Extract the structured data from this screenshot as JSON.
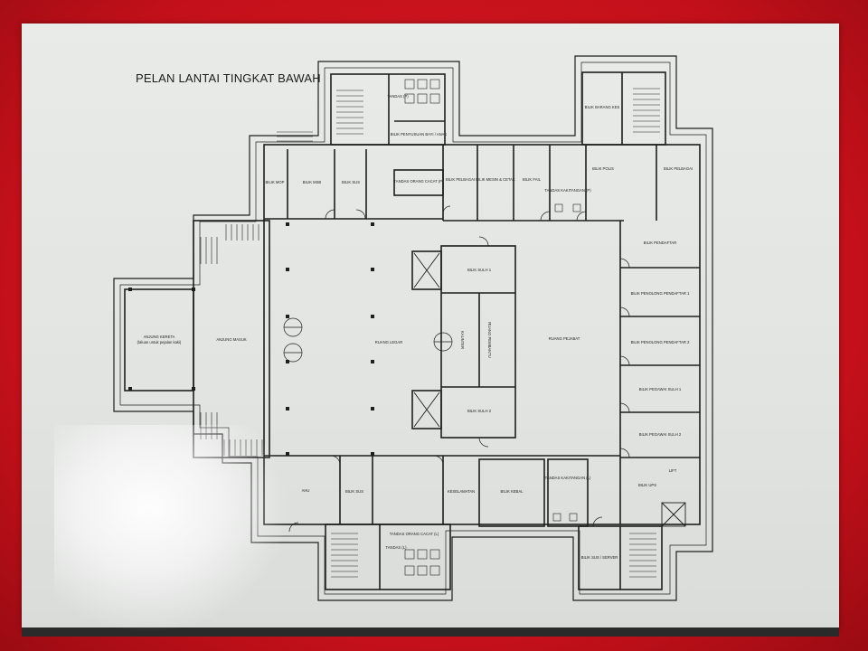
{
  "title": "PELAN LANTAI TINGKAT BAWAH",
  "rooms": {
    "bilik_mop": "BILIK MOP",
    "bilik_msb": "BILIK MSB",
    "bilik_sus_top": "BILIK SUS",
    "tandas_top": "TANDAS (P)",
    "bilik_penyusuan": "BILIK PENYUSUAN BAYI / ANAK",
    "tandas_cacat_top": "TANDAS ORANG CACAT (P)",
    "bilik_pelbagai_top": "BILIK PELBAGAI",
    "bilik_mesin": "BILIK MESIN & CETAK",
    "bilik_fail": "BILIK FAIL",
    "tandas_kakitangan_top": "TANDAS KAKITANGAN (P)",
    "bilik_barang_kes": "BILIK BARANG KES",
    "bilik_piolis": "BILIK POLIS",
    "bilik_pelbagai_right": "BILIK PELBAGAI",
    "bilik_pendaftar": "BILIK PENDAFTAR",
    "bilik_penolong_1": "BILIK PENOLONG PENDAFTAR 1",
    "bilik_penolong_2": "BILIK PENOLONG PENDAFTAR 2",
    "bilik_pegawai_1": "BILIK PEGAWAI SULH 1",
    "bilik_pegawai_2": "BILIK PEGAWAI SULH 2",
    "bilik_ups": "BILIK UPS",
    "bilik_sulh_1": "BILIK SULH 1",
    "bilik_sulh_2": "BILIK SULH 2",
    "kaunter": "KAUNTER",
    "ruang_pembantu": "RUANG PEMBANTU",
    "ruang_legar": "RUANG LEGAR",
    "ruang_pejabat": "RUANG PEJABAT",
    "anjung_kereta": "ANJUNG KERETA",
    "anjung_kereta_sub": "(laluan untuk pejalan kaki)",
    "anjung_masuk": "ANJUNG MASUK",
    "ahu": "AHU",
    "bilik_sus_bottom": "BILIK SUS",
    "kesekuriti": "KESELAMATAN",
    "bilik_kebal": "BILIK KEBAL",
    "tandas_kakitangan_bottom": "TANDAS KAKITANGAN (L)",
    "bilik_lift": "LIFT",
    "tandas_cacat_bottom": "TANDAS ORANG CACAT (L)",
    "tandas_bottom": "TANDAS (L)",
    "bilik_sus_server": "BILIK SUS / SERVER"
  }
}
